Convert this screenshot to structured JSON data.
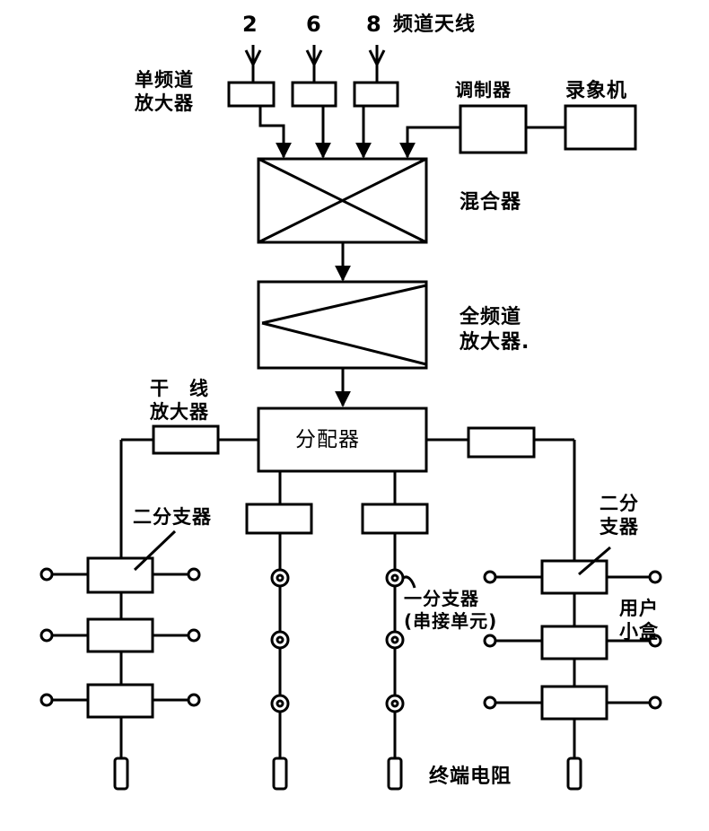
{
  "antennas": {
    "channel_numbers": [
      "2",
      "6",
      "8"
    ],
    "label": "频道天线"
  },
  "labels": {
    "single_channel_amp": [
      "单频道",
      "放大器"
    ],
    "modulator": "调制器",
    "recorder": "录象机",
    "mixer": "混合器",
    "all_channel_amp": [
      "全频道",
      "放大器."
    ],
    "trunk_amp": [
      "干　线",
      "放大器"
    ],
    "distributor": "分配器",
    "two_way_splitter_left": "二分支器",
    "two_way_splitter_right": [
      "二分",
      "支器"
    ],
    "one_way_splitter": [
      "一分支器",
      "(串接单元)"
    ],
    "user_box": [
      "用户",
      "小盒"
    ],
    "terminator": "终端电阻"
  },
  "colors": {
    "ink": "#000000",
    "paper": "#ffffff"
  }
}
